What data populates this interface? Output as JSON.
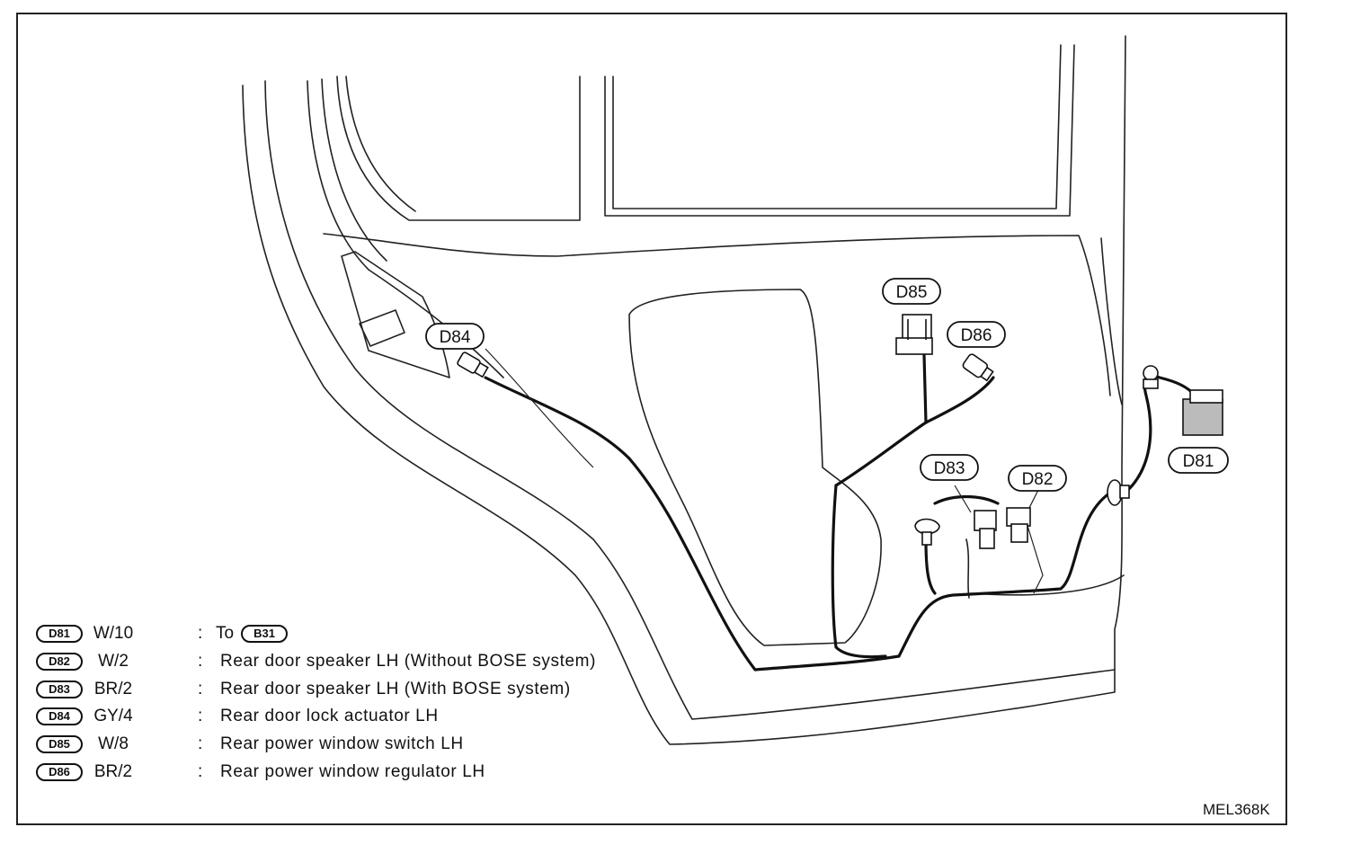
{
  "figure_code": "MEL368K",
  "callouts": {
    "d81": "D81",
    "d82": "D82",
    "d83": "D83",
    "d84": "D84",
    "d85": "D85",
    "d86": "D86"
  },
  "legend": [
    {
      "connector": "D81",
      "wire": "W/10",
      "description": "To",
      "ref": "B31"
    },
    {
      "connector": "D82",
      "wire": "W/2",
      "description": "Rear door speaker LH (Without BOSE system)"
    },
    {
      "connector": "D83",
      "wire": "BR/2",
      "description": "Rear door speaker LH (With BOSE system)"
    },
    {
      "connector": "D84",
      "wire": "GY/4",
      "description": "Rear door lock actuator LH"
    },
    {
      "connector": "D85",
      "wire": "W/8",
      "description": "Rear power window switch LH"
    },
    {
      "connector": "D86",
      "wire": "BR/2",
      "description": "Rear power window regulator LH"
    }
  ]
}
